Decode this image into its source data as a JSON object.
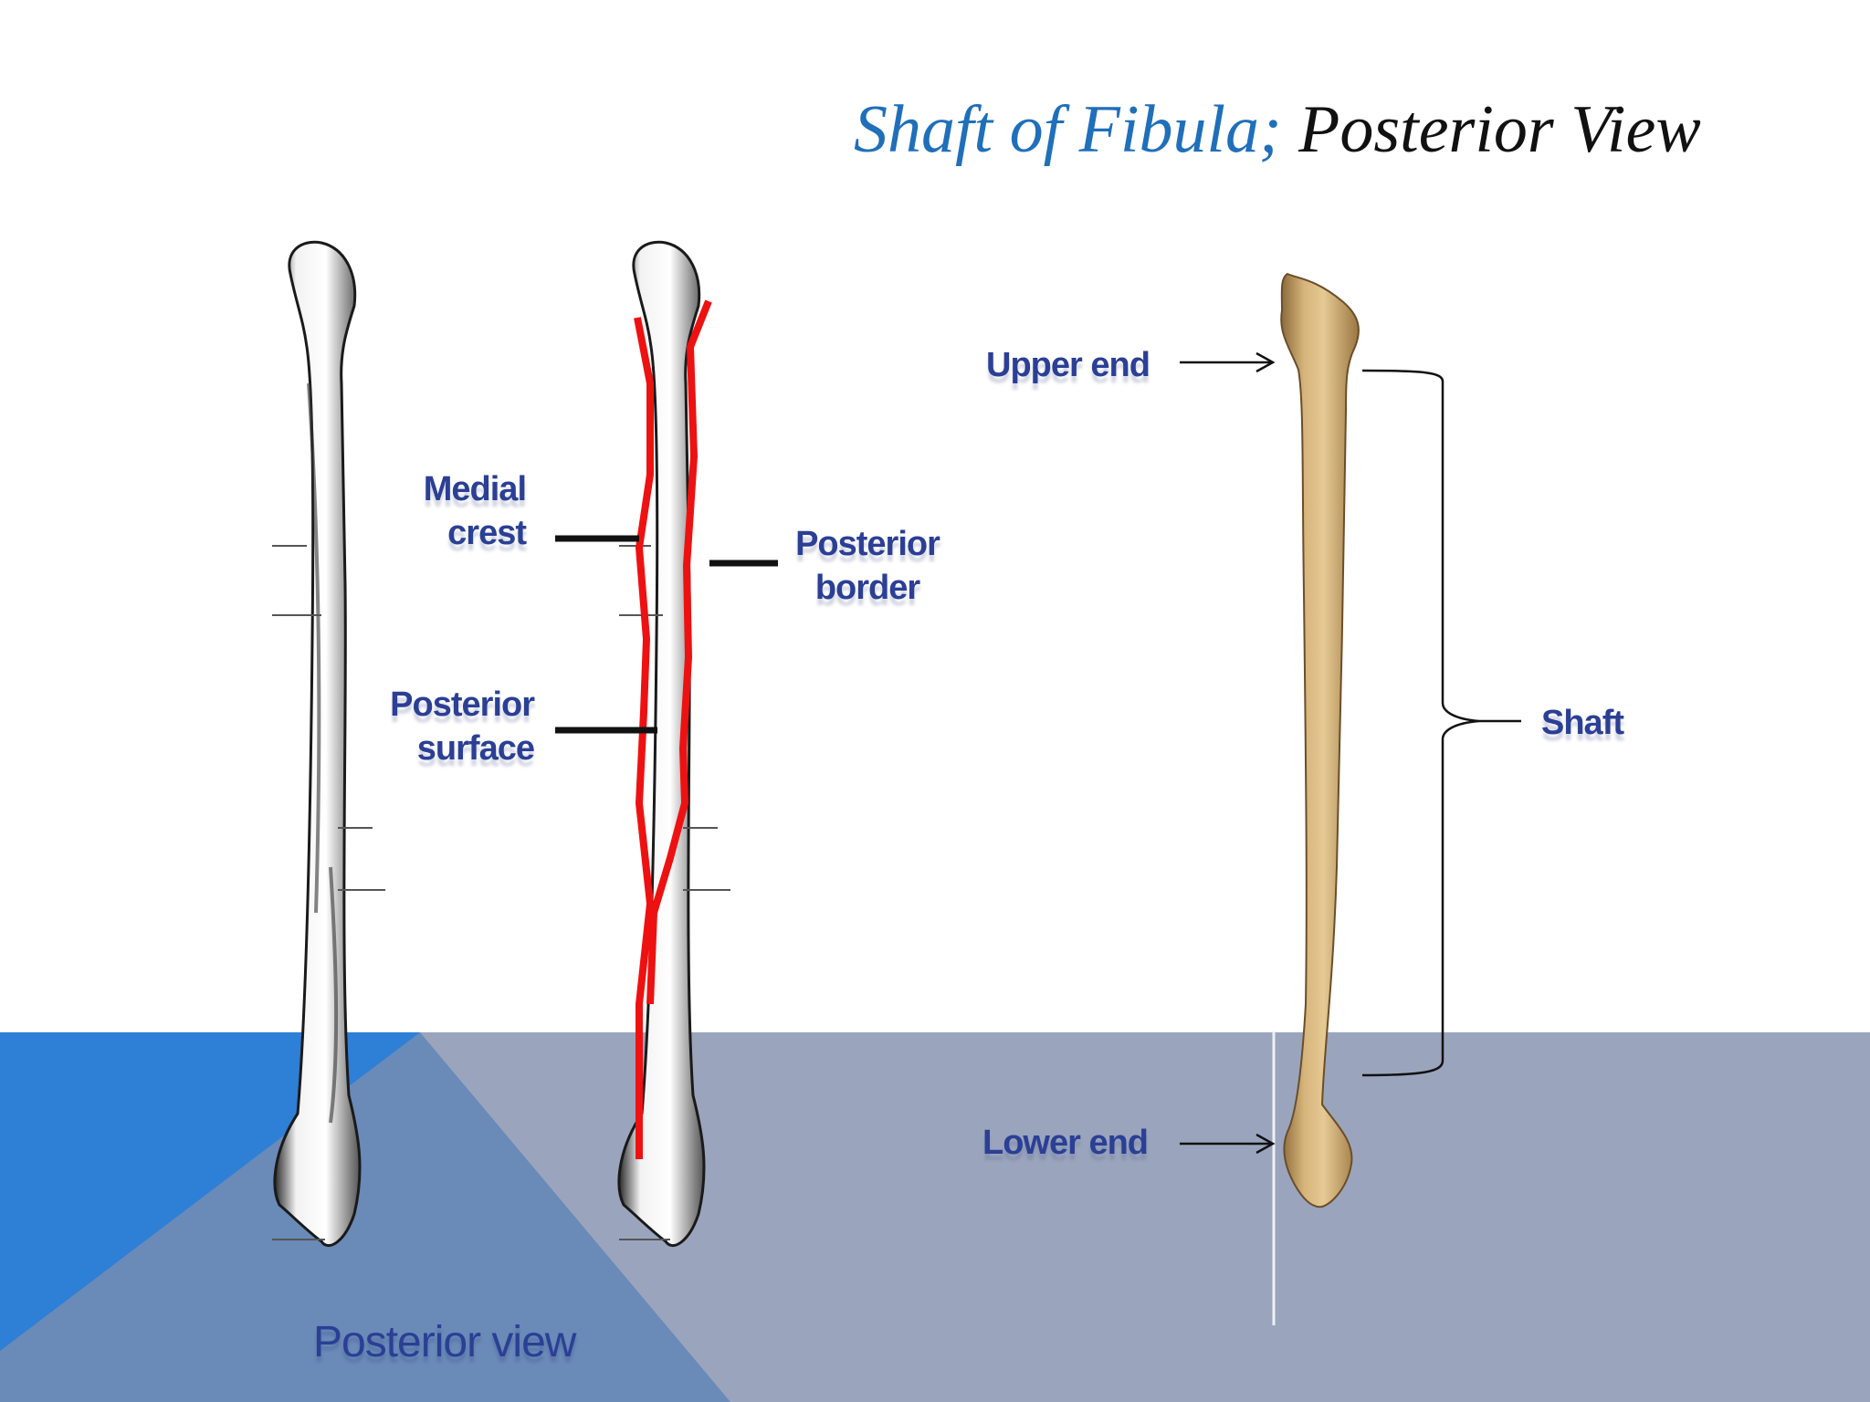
{
  "title": {
    "part1": "Shaft of  Fibula;",
    "part2": "Posterior View"
  },
  "labels": {
    "medial_crest": "Medial crest",
    "posterior_surface": "Posterior surface",
    "posterior_border": "Posterior border",
    "upper_end": "Upper end",
    "lower_end": "Lower end",
    "shaft": "Shaft"
  },
  "caption": "Posterior view",
  "colors": {
    "title_blue": "#1f6fba",
    "label_blue": "#2b3f95",
    "outline_red": "#ee1111",
    "band_blue": "#2e7fd6",
    "band_grey": "#9aa5bd",
    "band_mid": "#6a8ab8",
    "bone_tan": "#c9a36a"
  }
}
